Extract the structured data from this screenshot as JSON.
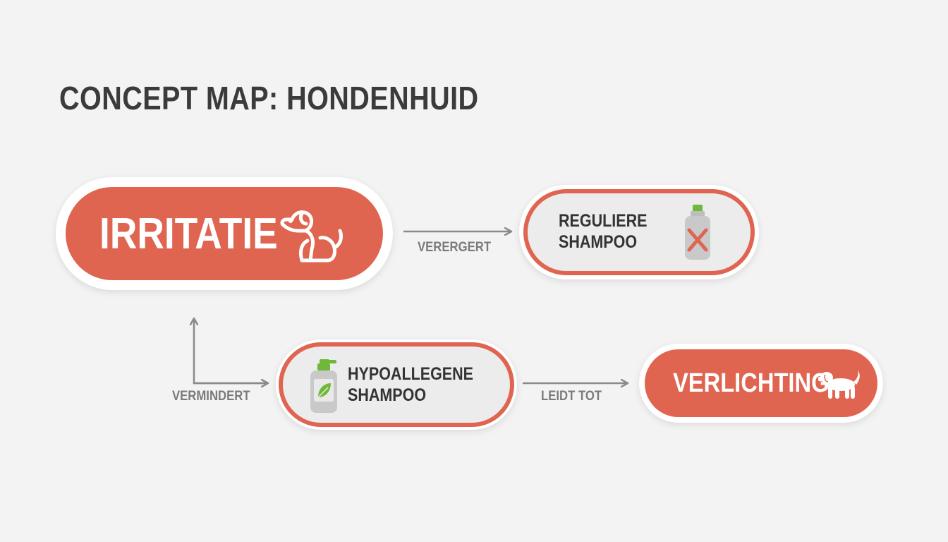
{
  "title": "CONCEPT MAP: HONDENHUID",
  "colors": {
    "accent": "#e06550",
    "background": "#f3f3f3",
    "text": "#3b3b3b",
    "edge": "#8a8a8a"
  },
  "nodes": {
    "irritatie": {
      "label": "IRRITATIE",
      "icon": "sitting-dog-icon"
    },
    "reguliere_shampoo": {
      "line1": "REGULIERE",
      "line2": "SHAMPOO",
      "icon": "shampoo-bottle-crossed-icon"
    },
    "hypoallergene_shampoo": {
      "line1": "HYPOALLEGENE",
      "line2": "SHAMPOO",
      "icon": "shampoo-bottle-leaf-icon"
    },
    "verlichting": {
      "label": "VERLICHTING",
      "icon": "standing-dog-icon"
    }
  },
  "edges": [
    {
      "from": "irritatie",
      "to": "reguliere_shampoo",
      "label": "VERERGERT"
    },
    {
      "from": "hypoallergene_shampoo",
      "to": "irritatie",
      "label": "VERMINDERT"
    },
    {
      "from": "hypoallergene_shampoo",
      "to": "verlichting",
      "label": "LEIDT TOT"
    }
  ]
}
